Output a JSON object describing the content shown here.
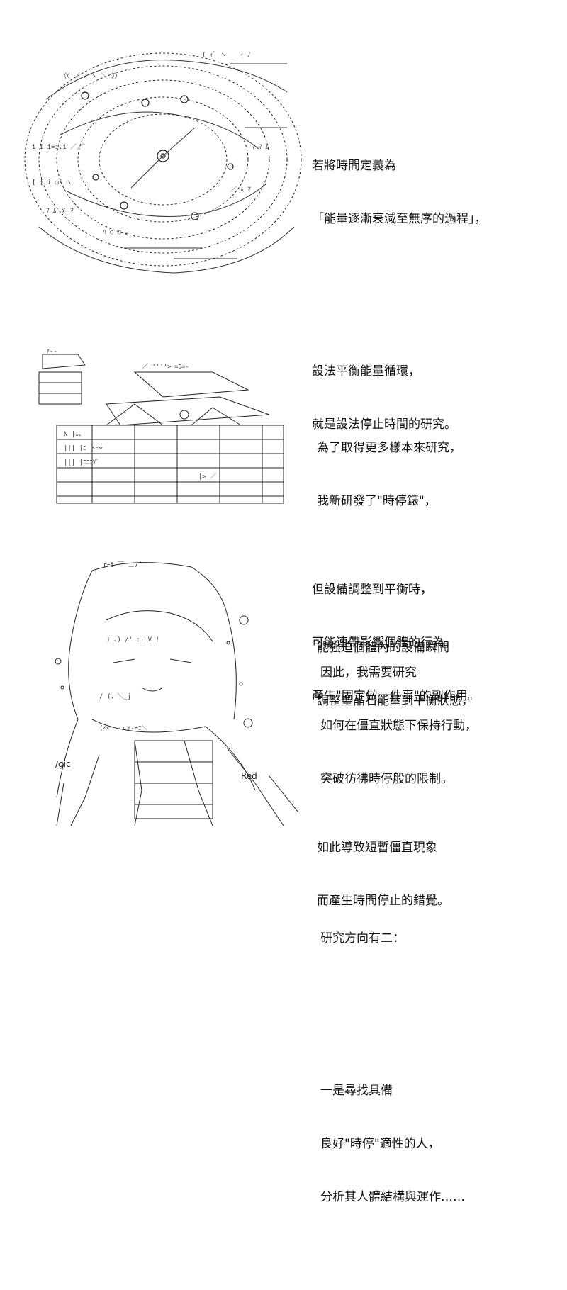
{
  "panels": [
    {
      "id": "panel-1",
      "paragraphs": [
        [
          "若將時間定義為",
          "「能量逐漸衰減至無序的過程」，"
        ],
        [
          "設法平衡能量循環，",
          "就是設法停止時間的研究。"
        ],
        [
          "但設備調整到平衡時，",
          "可能連帶影響個體的行為，",
          "產生\"固定做一件事\"的副作用。"
        ]
      ]
    },
    {
      "id": "panel-2",
      "paragraphs": [
        [
          "為了取得更多樣本來研究，",
          "我新研發了\"時停錶\"，"
        ],
        [
          "能強迫個體內的設備瞬間",
          "調整聖晶石能量到平衡狀態，"
        ],
        [
          "如此導致短暫僵直現象",
          "而產生時間停止的錯覺。"
        ]
      ]
    },
    {
      "id": "panel-3",
      "paragraphs": [
        [
          "因此，我需要研究",
          "如何在僵直狀態下保持行動，",
          "突破彷彿時停般的限制。"
        ],
        [
          "研究方向有二："
        ],
        [
          "一是尋找具備",
          "良好\"時停\"適性的人，",
          "分析其人體結構與運作……"
        ]
      ]
    }
  ],
  "art_labels": {
    "gic": "/gic",
    "red": "Red",
    "exclaim": "?!"
  }
}
